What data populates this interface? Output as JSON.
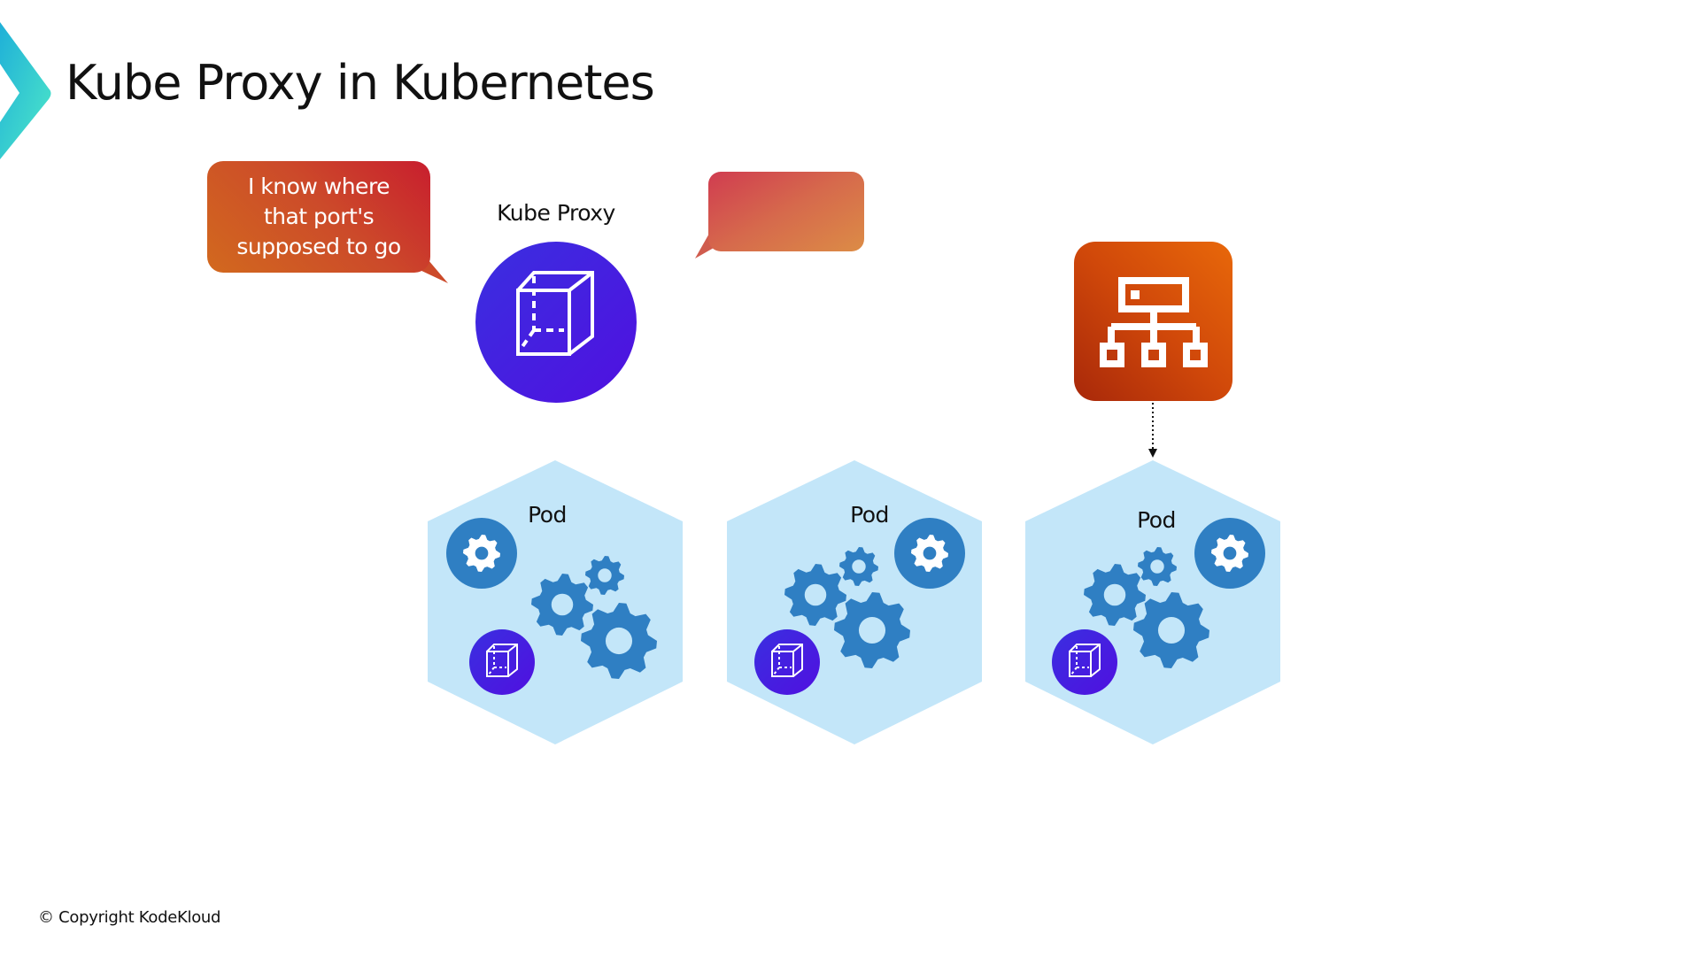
{
  "title": "Kube Proxy in Kubernetes",
  "speech_bubble": {
    "lines": [
      "I know where",
      "that port's",
      "supposed to go"
    ]
  },
  "kube_proxy": {
    "label": "Kube Proxy",
    "icon": "cube-icon"
  },
  "service_icon": "network-hierarchy-icon",
  "pods": [
    {
      "label": "Pod"
    },
    {
      "label": "Pod"
    },
    {
      "label": "Pod"
    }
  ],
  "copyright": "© Copyright KodeKloud",
  "colors": {
    "pod_fill": "#c3e6f9",
    "gear": "#2f7fc3",
    "kube_proxy_start": "#3a2fe0",
    "kube_proxy_end": "#5010e0",
    "logo_start": "#1fb0d8",
    "logo_end": "#4ee8c8"
  }
}
